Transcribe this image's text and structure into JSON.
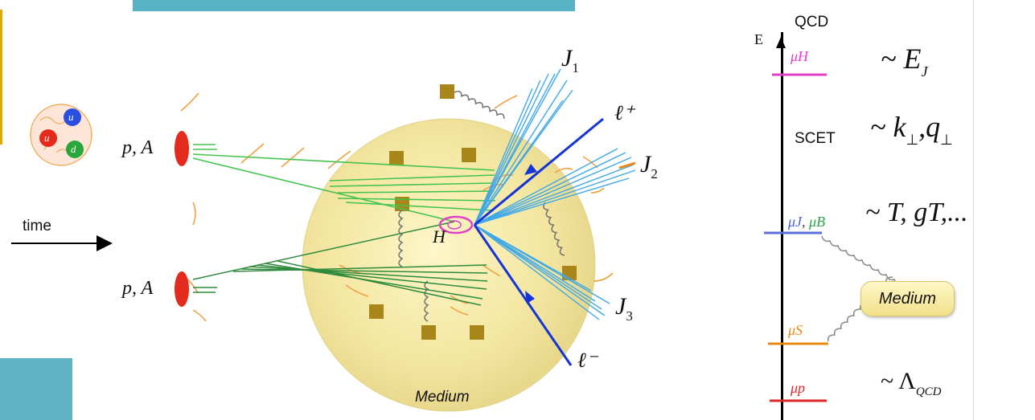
{
  "left_diagram": {
    "beam_upper_label": "p, A",
    "beam_lower_label": "p, A",
    "time_label": "time",
    "proton_quarks": [
      "u",
      "u",
      "d"
    ],
    "higgs_label": "H",
    "jet_labels": [
      "J",
      "J",
      "J"
    ],
    "jet_subscripts": [
      "1",
      "2",
      "3"
    ],
    "lepton_plus_label": "ℓ⁺",
    "lepton_minus_label": "ℓ⁻",
    "medium_label": "Medium"
  },
  "right_diagram": {
    "axis_label": "E",
    "top_label": "QCD",
    "mid_label": "SCET",
    "medium_label": "Medium",
    "scales": [
      {
        "id": "mu_h",
        "label": "μH",
        "color": "#e040c8"
      },
      {
        "id": "mu_jb",
        "label_j": "μJ",
        "label_b": "μB",
        "color_j": "#4b5fd6",
        "color_b": "#2da04a",
        "line_color": "#5b6fd6"
      },
      {
        "id": "mu_s",
        "label": "μS",
        "color": "#e88a10"
      },
      {
        "id": "mu_p",
        "label": "μp",
        "color": "#e02828"
      }
    ],
    "relations": [
      {
        "id": "ej",
        "prefix": "~ E",
        "sub": "J"
      },
      {
        "id": "kq",
        "prefix": "~ k",
        "sub1": "⊥",
        "mid": ",q",
        "sub2": "⊥"
      },
      {
        "id": "t",
        "text": "~ T, gT,..."
      },
      {
        "id": "lqcd",
        "prefix": "~ Λ",
        "sub": "QCD"
      }
    ]
  },
  "colors": {
    "title_bar": "#58b3c4",
    "corner_block": "#5fb3c2",
    "left_edge_bar": "#e0a800",
    "medium_fill": "#f3e6a0",
    "gluon_box": "#a8861a",
    "higgs": "#e040c8",
    "jet_blue": "#3fa8e8",
    "lepton": "#1434d8",
    "green_tracks": "#3cb84a"
  }
}
